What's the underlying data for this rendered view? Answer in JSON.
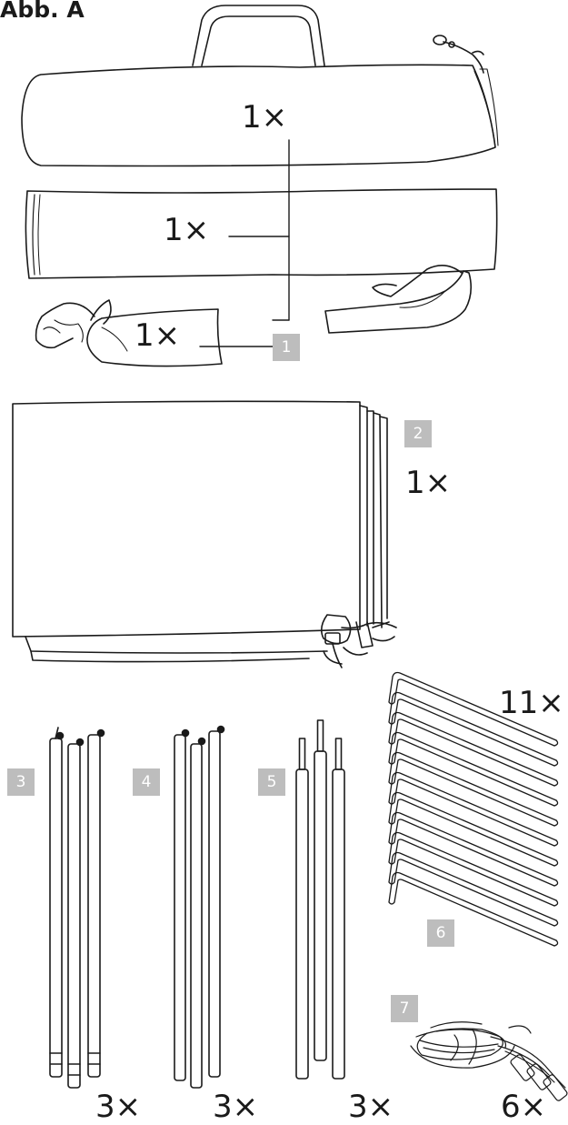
{
  "title": "Abb. A",
  "parts": [
    {
      "number": "1",
      "quantities": [
        "1×",
        "1×",
        "1×"
      ]
    },
    {
      "number": "2",
      "quantity": "1×"
    },
    {
      "number": "3",
      "quantity": "3×"
    },
    {
      "number": "4",
      "quantity": "3×"
    },
    {
      "number": "5",
      "quantity": "3×"
    },
    {
      "number": "6",
      "quantity": "11×"
    },
    {
      "number": "7",
      "quantity": "6×"
    }
  ],
  "colors": {
    "line": "#1a1a1a",
    "badge": "#bdbdbd",
    "badge_text": "#ffffff"
  },
  "icons": [
    "carry-bag-icon",
    "pole-bag-icon",
    "peg-bag-icon",
    "folded-tent-icon",
    "pole-set-icon",
    "tent-peg-icon",
    "guy-rope-icon"
  ]
}
